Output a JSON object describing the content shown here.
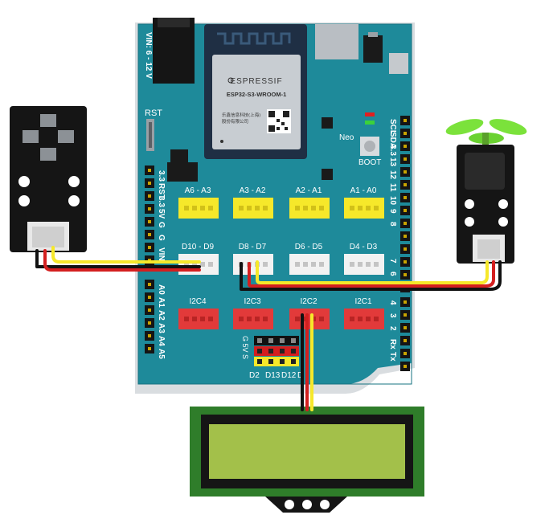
{
  "board": {
    "power_label": "VIN: 6 - 12 V",
    "reset_label": "RST",
    "module": {
      "brand": "ESPRESSIF",
      "model": "ESP32-S3-WROOM-1",
      "maker_line1": "乐鑫信息科技(上海)",
      "maker_line2": "股份有限公司"
    },
    "neo_label": "Neo",
    "boot_label": "BOOT",
    "left_header_labels": [
      "3.3",
      "RST",
      "3.3",
      "5V",
      "G",
      "G",
      "VIN"
    ],
    "analog_header_labels": [
      "A0",
      "A1",
      "A2",
      "A3",
      "A4",
      "A5"
    ],
    "right_header_labels": [
      "SCL",
      "SDA",
      "3.3",
      "13",
      "12",
      "11",
      "10",
      "9",
      "8"
    ],
    "right_lower_labels": [
      "7",
      "6"
    ],
    "right_bottom_labels": [
      "4",
      "3",
      "2",
      "Rx",
      "Tx"
    ],
    "analog_ports": [
      "A6 - A3",
      "A3 - A2",
      "A2 - A1",
      "A1 - A0"
    ],
    "digital_ports": [
      "D10 - D9",
      "D8 - D7",
      "D6 - D5",
      "D4 - D3"
    ],
    "i2c_ports": [
      "I2C4",
      "I2C3",
      "I2C2",
      "I2C1"
    ],
    "gvs_label": "G 5V S",
    "bottom_labels": [
      "D2",
      "D13",
      "D12",
      "D"
    ]
  },
  "colors": {
    "board": "#1e8a9a",
    "yellow_port": "#f6e82a",
    "red_port": "#e23a3a",
    "white_port": "#f2f2f2",
    "module_metal": "#c8cdd2",
    "module_pcb": "#1f2f44",
    "lcd_pcb": "#2f7d2a",
    "lcd_screen": "#a3c04a",
    "fan_green": "#7be23b",
    "wire_yellow": "#f6e82a",
    "wire_red": "#d41f1f",
    "wire_black": "#111111"
  },
  "components": {
    "left_module": "button-module-icon",
    "right_module": "fan-motor-module-icon",
    "bottom_module": "lcd1602-display-icon"
  }
}
